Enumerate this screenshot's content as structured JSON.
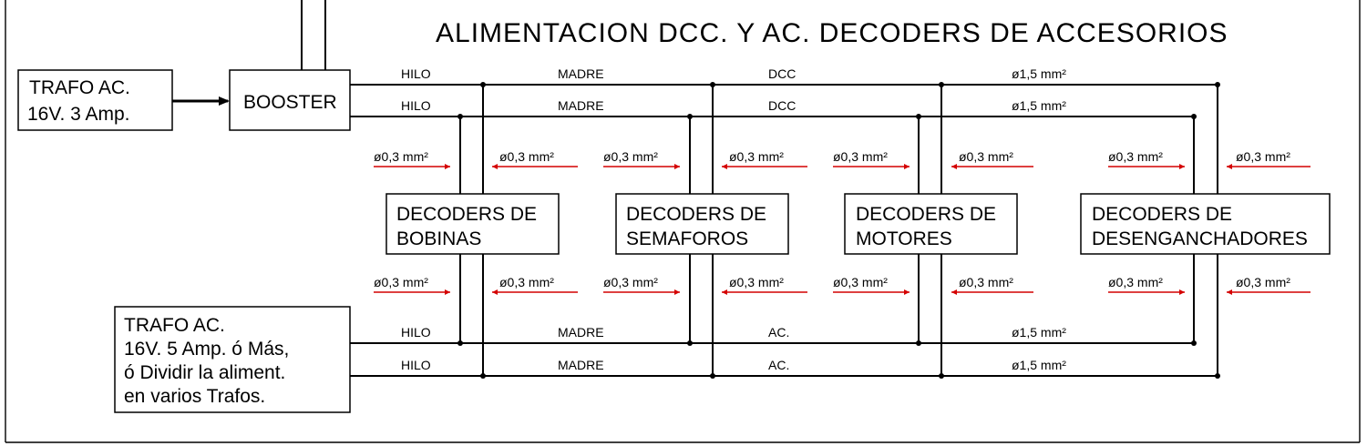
{
  "title": "ALIMENTACION DCC. Y AC. DECODERS DE ACCESORIOS",
  "trafo_dcc": {
    "line1": "TRAFO AC.",
    "line2": "16V. 3 Amp."
  },
  "booster": "BOOSTER",
  "trafo_ac": {
    "line1": "TRAFO AC.",
    "line2": "16V. 5 Amp. ó Más,",
    "line3": "ó Dividir la aliment.",
    "line4": "en varios Trafos."
  },
  "decoders": [
    {
      "line1": "DECODERS DE",
      "line2": "BOBINAS"
    },
    {
      "line1": "DECODERS DE",
      "line2": "SEMAFOROS"
    },
    {
      "line1": "DECODERS DE",
      "line2": "MOTORES"
    },
    {
      "line1": "DECODERS DE",
      "line2": "DESENGANCHADORES"
    }
  ],
  "wire_labels": {
    "hilo": "HILO",
    "madre": "MADRE",
    "dcc": "DCC",
    "ac": "AC.",
    "gauge_main": "ø1,5 mm²",
    "gauge_branch": "ø0,3 mm²"
  }
}
